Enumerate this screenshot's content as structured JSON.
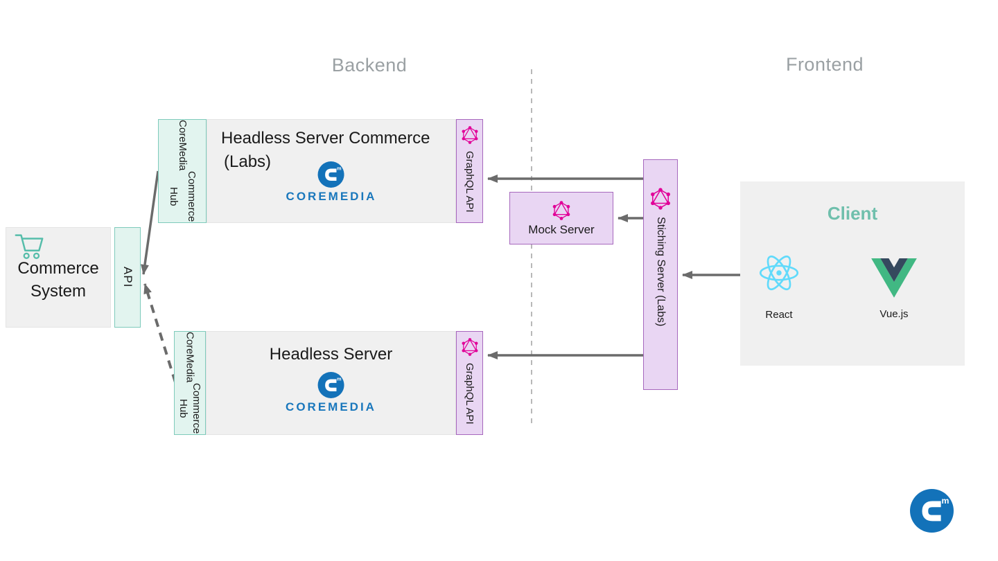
{
  "sections": {
    "backend": "Backend",
    "frontend": "Frontend"
  },
  "commerce_system": {
    "line1": "Commerce",
    "line2": "System",
    "api_label": "API"
  },
  "commerce_hub": {
    "line1": "CoreMedia",
    "line2": "Commerce Hub"
  },
  "graphql_api_label": "GraphQL API",
  "headless_commerce": {
    "title_line1": "Headless Server Commerce",
    "title_line2": "(Labs)"
  },
  "headless": {
    "title": "Headless Server"
  },
  "coremedia": {
    "wordmark": "COREMEDIA"
  },
  "mock_server": {
    "label": "Mock Server"
  },
  "stitching_server": {
    "label": "Stiching Server (Labs)"
  },
  "client": {
    "title": "Client",
    "react_label": "React",
    "vue_label": "Vue.js"
  },
  "colors": {
    "teal_fill": "#e2f4ef",
    "teal_border": "#7ecabb",
    "purple_fill": "#e9d6f3",
    "purple_border": "#a667bd",
    "graphql_pink": "#e10098",
    "gray_box_fill": "#f0f0f0",
    "arrow_gray": "#6b6b6b",
    "coremedia_blue": "#1372b9",
    "react_blue": "#61dafb",
    "vue_green": "#41b883",
    "vue_dark": "#35495e",
    "client_title_teal": "#6fbfac",
    "section_label_gray": "#9aa0a3",
    "cart_teal": "#56bdaa"
  }
}
